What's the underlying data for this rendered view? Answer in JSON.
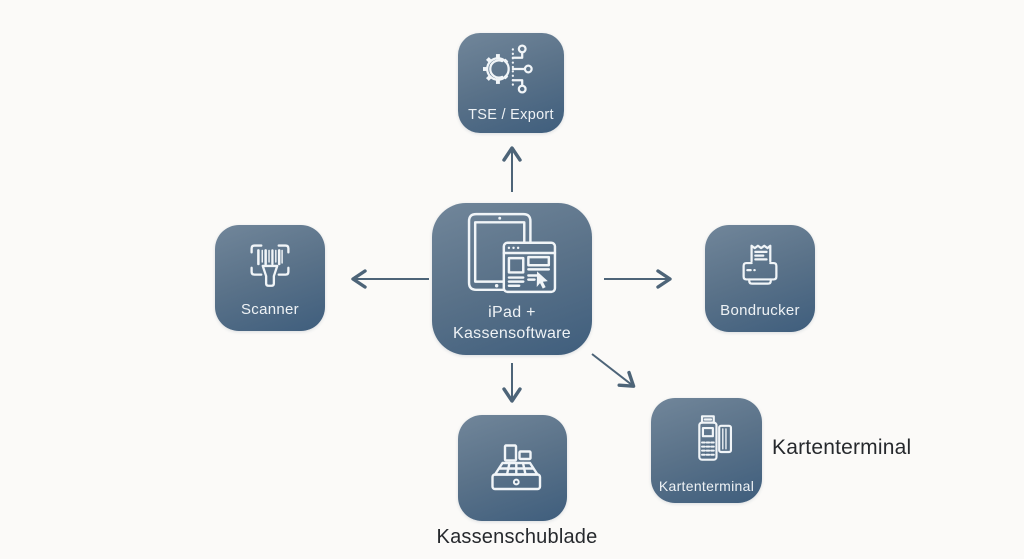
{
  "diagram": {
    "type": "hub-and-spoke",
    "background_color": "#fbfaf8",
    "tile_colors": {
      "gradient_top": "#71869a",
      "gradient_mid": "#5a7289",
      "gradient_bottom": "#3f5e7d"
    },
    "arrow_color": "#4d6478",
    "tile_label_color": "#eef2f5",
    "outside_label_color": "#26292d",
    "nodes": {
      "center": {
        "label_line1": "iPad +",
        "label_line2": "Kassensoftware",
        "icon": "tablet-pos-software"
      },
      "tse": {
        "label": "TSE / Export",
        "icon": "gear-circuit-export"
      },
      "scanner": {
        "label": "Scanner",
        "icon": "barcode-scanner"
      },
      "bondrucker": {
        "label": "Bondrucker",
        "icon": "receipt-printer"
      },
      "kassenschublade": {
        "label": "Kassenschublade",
        "icon": "cash-register-drawer",
        "label_position": "below-tile"
      },
      "kartenterminal": {
        "label": "Kartenterminal",
        "external_label": "Kartenterminal",
        "icon": "card-payment-terminal"
      }
    },
    "connections": [
      {
        "from": "center",
        "to": "tse",
        "direction": "up"
      },
      {
        "from": "center",
        "to": "scanner",
        "direction": "left"
      },
      {
        "from": "center",
        "to": "bondrucker",
        "direction": "right"
      },
      {
        "from": "center",
        "to": "kassenschublade",
        "direction": "down"
      },
      {
        "from": "center",
        "to": "kartenterminal",
        "direction": "down-right"
      }
    ]
  }
}
